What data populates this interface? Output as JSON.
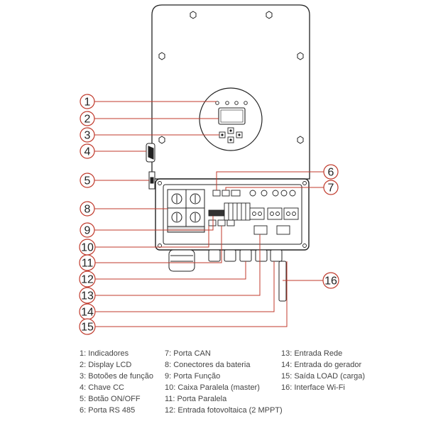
{
  "callouts": [
    {
      "num": "1"
    },
    {
      "num": "2"
    },
    {
      "num": "3"
    },
    {
      "num": "4"
    },
    {
      "num": "5"
    },
    {
      "num": "6"
    },
    {
      "num": "7"
    },
    {
      "num": "8"
    },
    {
      "num": "9"
    },
    {
      "num": "10"
    },
    {
      "num": "11"
    },
    {
      "num": "12"
    },
    {
      "num": "13"
    },
    {
      "num": "14"
    },
    {
      "num": "15"
    },
    {
      "num": "16"
    }
  ],
  "legend": [
    "1: Indicadores",
    "2: Display LCD",
    "3: Botoões de função",
    "4: Chave CC",
    "5: Botão ON/OFF",
    "6: Porta RS 485",
    "7: Porta CAN",
    "8: Conectores da bateria",
    "9: Porta Função",
    "10: Caixa Paralela (master)",
    "11: Porta Paralela",
    "12: Entrada fotovoltaica (2 MPPT)",
    "13: Entrada Rede",
    "14: Entrada do gerador",
    "15: Saída LOAD (carga)",
    "16: Interface Wi-Fi"
  ],
  "colors": {
    "callout_line": "#c0392b",
    "callout_circle": "#c0392b",
    "device_outline": "#222222",
    "legend_text": "#444444"
  }
}
